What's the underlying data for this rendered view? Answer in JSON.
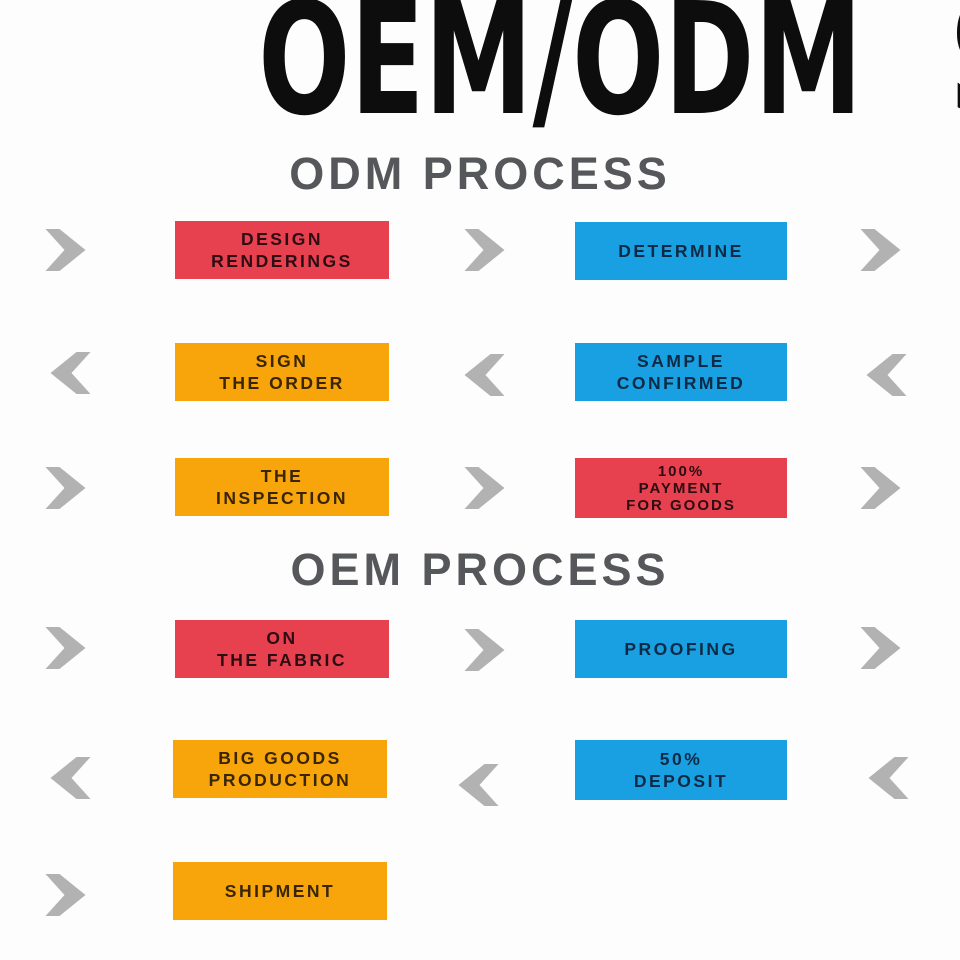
{
  "title": "OEM/ODM SERVICE",
  "sections": {
    "odm": {
      "heading": "ODM PROCESS"
    },
    "oem": {
      "heading": "OEM PROCESS"
    }
  },
  "boxes": {
    "design_renderings": {
      "lines": [
        "DESIGN",
        "RENDERINGS"
      ],
      "color": "red"
    },
    "determine": {
      "lines": [
        "DETERMINE"
      ],
      "color": "blue"
    },
    "sign_the_order": {
      "lines": [
        "SIGN",
        "THE ORDER"
      ],
      "color": "orange"
    },
    "sample_confirmed": {
      "lines": [
        "SAMPLE",
        "CONFIRMED"
      ],
      "color": "blue"
    },
    "the_inspection": {
      "lines": [
        "THE",
        "INSPECTION"
      ],
      "color": "orange"
    },
    "payment_for_goods": {
      "lines": [
        "100%",
        "PAYMENT",
        "FOR GOODS"
      ],
      "color": "red"
    },
    "on_the_fabric": {
      "lines": [
        "ON",
        "THE FABRIC"
      ],
      "color": "red"
    },
    "proofing": {
      "lines": [
        "PROOFING"
      ],
      "color": "blue"
    },
    "big_goods_production": {
      "lines": [
        "BIG GOODS",
        "PRODUCTION"
      ],
      "color": "orange"
    },
    "deposit": {
      "lines": [
        "50%",
        "DEPOSIT"
      ],
      "color": "blue"
    },
    "shipment": {
      "lines": [
        "SHIPMENT"
      ],
      "color": "orange"
    }
  },
  "icons": {
    "arrow_right": "chevron-right-icon",
    "arrow_left": "chevron-left-icon"
  },
  "colors": {
    "red": "#e7404f",
    "orange": "#f7a50b",
    "blue": "#18a0e2",
    "arrow": "#b2b2b2",
    "heading": "#56575a",
    "title": "#0d0d0d"
  }
}
